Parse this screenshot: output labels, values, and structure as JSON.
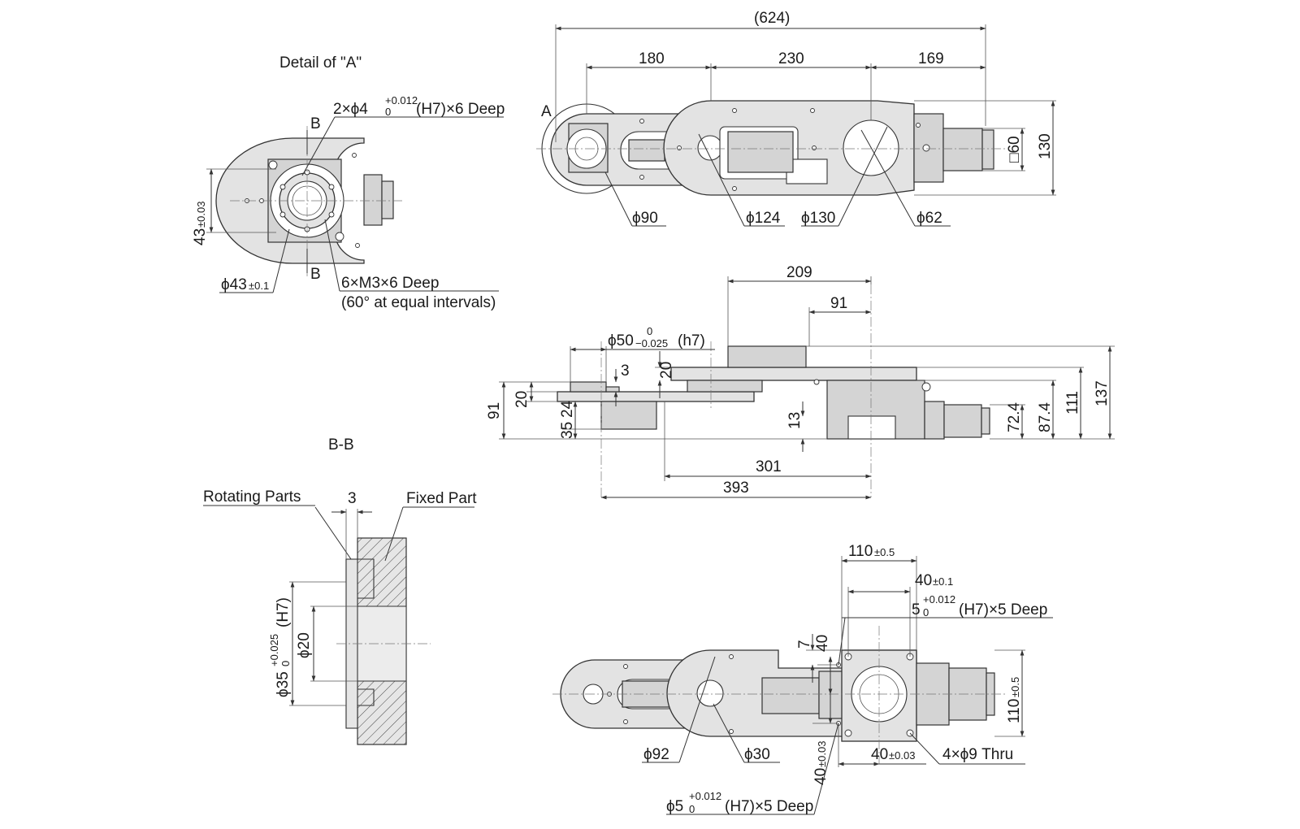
{
  "detail_a": {
    "title": "Detail of \"A\"",
    "callout_b": "B",
    "pin_holes": {
      "prefix": "2×ϕ4",
      "tol_upper": "+0.012",
      "tol_lower": "0",
      "suffix": "(H7)×6 Deep"
    },
    "height_dim": {
      "value": "43",
      "tol": "±0.03"
    },
    "bore_dim": {
      "value": "ϕ43",
      "tol": "±0.1"
    },
    "tapped_holes": "6×M3×6 Deep",
    "tapped_note": "(60° at equal intervals)"
  },
  "section_bb": {
    "title": "B-B",
    "rotating": "Rotating Parts",
    "fixed": "Fixed Part",
    "gap": "3",
    "inner_dia": "ϕ20",
    "outer_dia": {
      "prefix": "ϕ35",
      "tol_upper": "+0.025",
      "tol_lower": "0",
      "suffix": "(H7)"
    }
  },
  "top_view": {
    "view_label": "A",
    "overall": "(624)",
    "seg1": "180",
    "seg2": "230",
    "seg3": "169",
    "motor_sq": "□60",
    "height": "130",
    "d90": "ϕ90",
    "d124": "ϕ124",
    "d130": "ϕ130",
    "d62": "ϕ62"
  },
  "side_view": {
    "d209": "209",
    "d91a": "91",
    "shaft": {
      "prefix": "ϕ50",
      "tol_upper": "0",
      "tol_lower": "−0.025",
      "suffix": "(h7)"
    },
    "d3": "3",
    "d20a": "20",
    "d91b": "91",
    "d20b": "20",
    "d35": "35",
    "d24": "24",
    "d13": "13",
    "d72": "72.4",
    "d87": "87.4",
    "d111": "111",
    "d137": "137",
    "d301": "301",
    "d393": "393"
  },
  "bottom_view": {
    "d110": {
      "value": "110",
      "tol": "±0.5"
    },
    "d40": {
      "value": "40",
      "tol": "±0.1"
    },
    "pin": {
      "prefix": "5",
      "tol_upper": "+0.012",
      "tol_lower": "0",
      "suffix": "(H7)×5 Deep"
    },
    "d7": "7",
    "d40v": "40",
    "d110v": {
      "value": "110",
      "tol": "±0.5"
    },
    "d92": "ϕ92",
    "d30": "ϕ30",
    "d40b": {
      "value": "40",
      "tol": "±0.03"
    },
    "d40c": {
      "value": "40",
      "tol": "±0.03"
    },
    "thru": "4×ϕ9 Thru",
    "pin2": {
      "prefix": "ϕ5",
      "tol_upper": "+0.012",
      "tol_lower": "0",
      "suffix": "(H7)×5 Deep"
    }
  }
}
